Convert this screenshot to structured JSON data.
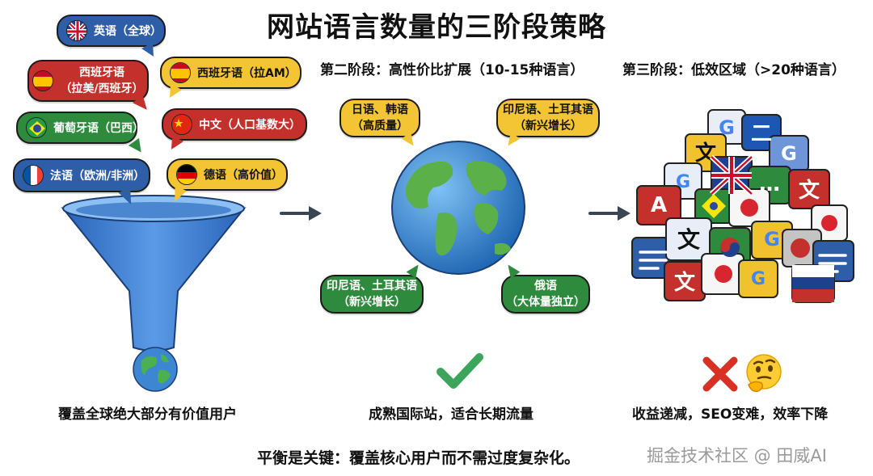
{
  "title": "网站语言数量的三阶段策略",
  "stage2": {
    "heading": "第二阶段：高性价比扩展（10-15种语言）",
    "bubbles": [
      {
        "line1": "日语、韩语",
        "line2": "（高质量）"
      },
      {
        "line1": "印尼语、土耳其语",
        "line2": "（新兴增长）"
      },
      {
        "line1": "印尼语、土耳其语",
        "line2": "（新兴增长）"
      },
      {
        "line1": "俄语",
        "line2": "（大体量独立）"
      }
    ],
    "caption": "成熟国际站，适合长期流量"
  },
  "stage3": {
    "heading": "第三阶段：低效区域（>20种语言）",
    "caption": "收益递减，SEO变难，效率下降"
  },
  "stage1": {
    "bubbles": [
      {
        "label": "英语（全球）",
        "flag": "uk-flag",
        "color": "#2f5ea8"
      },
      {
        "label": "西班牙语",
        "label2": "（拉美/西班牙）",
        "flag": "spain-flag",
        "color": "#c4302b"
      },
      {
        "label": "西班牙语（拉AM）",
        "flag": "spain-flag",
        "color": "#f3c433"
      },
      {
        "label": "葡萄牙语（巴西）",
        "flag": "brazil-flag",
        "color": "#2e8b3d"
      },
      {
        "label": "中文（人口基数大）",
        "flag": "china-flag",
        "color": "#c4302b"
      },
      {
        "label": "法语（欧洲/非洲）",
        "flag": "france-flag",
        "color": "#2f5ea8"
      },
      {
        "label": "德语（高价值）",
        "flag": "germany-flag",
        "color": "#f3c433"
      }
    ],
    "caption": "覆盖全球绝大部分有价值用户"
  },
  "footer": "平衡是关键：覆盖核心用户而不需过度复杂化。",
  "watermark": "掘金技术社区 @ 田威AI",
  "icons": {
    "check": "check-icon",
    "cross": "cross-icon",
    "thinking": "thinking-face-icon"
  },
  "colors": {
    "blue": "#2f5ea8",
    "red": "#c4302b",
    "green": "#2e8b3d",
    "yellow": "#f3c433",
    "check": "#3ba55c",
    "cross": "#d93025"
  },
  "badge_glyphs": {
    "wen": "文",
    "a": "A",
    "g": "G",
    "dots": "…",
    "ni": "二"
  }
}
